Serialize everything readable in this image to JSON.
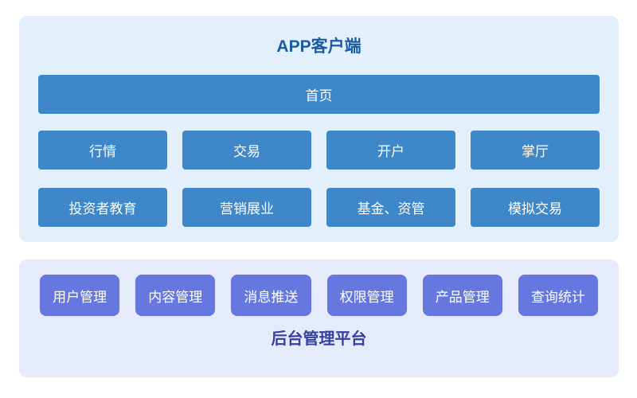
{
  "colors": {
    "app_panel_bg": "#E4EFFC",
    "app_block_bg": "#3E87C9",
    "app_title_color": "#1A5CA3",
    "admin_panel_bg": "#E6EBFB",
    "admin_block_bg": "#6678DF",
    "admin_title_color": "#3340A0",
    "block_text_color": "#FFFFFF",
    "page_bg": "#FFFFFF"
  },
  "app_panel": {
    "title": "APP客户端",
    "home_label": "首页",
    "row1": [
      "行情",
      "交易",
      "开户",
      "掌厅"
    ],
    "row2": [
      "投资者教育",
      "营销展业",
      "基金、资管",
      "模拟交易"
    ]
  },
  "admin_panel": {
    "title": "后台管理平台",
    "modules": [
      "用户管理",
      "内容管理",
      "消息推送",
      "权限管理",
      "产品管理",
      "查询统计"
    ]
  }
}
